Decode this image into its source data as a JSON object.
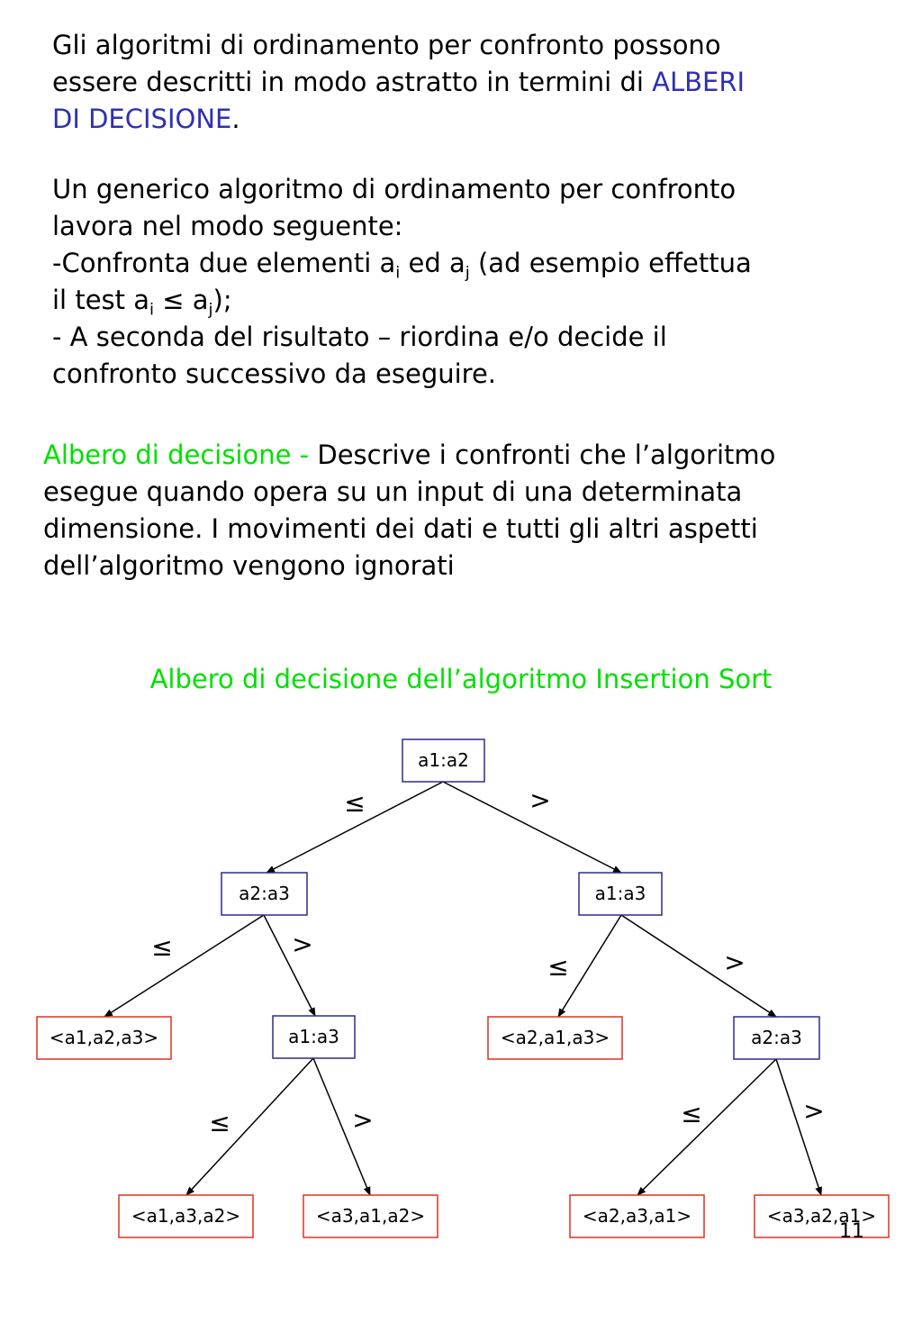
{
  "colors": {
    "keyword_blue": "#2f2fb5",
    "title_green": "#00e000",
    "internal_node_border": "#2b2b8f",
    "leaf_node_border": "#e03020",
    "edge": "#000000"
  },
  "intro": {
    "line1": "Gli algoritmi di ordinamento per confronto possono",
    "line2_before": "essere descritti in modo astratto in termini di ",
    "line2_keyword": "ALBERI",
    "line3_keyword": "DI DECISIONE",
    "line3_after": "."
  },
  "generic": {
    "line1": "Un generico algoritmo di ordinamento per confronto",
    "line2": "lavora nel modo seguente:",
    "line3_a": "-Confronta due elementi a",
    "line3_sub_i": "i",
    "line3_b": " ed a",
    "line3_sub_j": "j",
    "line3_c": " (ad esempio effettua",
    "line4_a": "il test a",
    "line4_sub_i": "i",
    "line4_b": " ≤ a",
    "line4_sub_j": "j",
    "line4_c": ");",
    "line5": "- A seconda del risultato – riordina e/o decide il",
    "line6": "confronto successivo da eseguire."
  },
  "definition": {
    "term": "Albero di decisione - ",
    "line1_rest": "Descrive i confronti che l’algoritmo",
    "line2": "esegue quando opera su un input di una determinata",
    "line3": "dimensione. I movimenti dei dati e tutti gli altri aspetti",
    "line4": "dell’algoritmo vengono ignorati"
  },
  "tree_title": "Albero di decisione dell’algoritmo Insertion Sort",
  "tree": {
    "nodes": [
      {
        "id": "root",
        "label": "a1:a2",
        "kind": "comparison"
      },
      {
        "id": "l",
        "label": "a2:a3",
        "kind": "comparison"
      },
      {
        "id": "r",
        "label": "a1:a3",
        "kind": "comparison"
      },
      {
        "id": "ll",
        "label": "<a1,a2,a3>",
        "kind": "leaf"
      },
      {
        "id": "lr",
        "label": "a1:a3",
        "kind": "comparison"
      },
      {
        "id": "rl",
        "label": "<a2,a1,a3>",
        "kind": "leaf"
      },
      {
        "id": "rr",
        "label": "a2:a3",
        "kind": "comparison"
      },
      {
        "id": "lrl",
        "label": "<a1,a3,a2>",
        "kind": "leaf"
      },
      {
        "id": "lrr",
        "label": "<a3,a1,a2>",
        "kind": "leaf"
      },
      {
        "id": "rrl",
        "label": "<a2,a3,a1>",
        "kind": "leaf"
      },
      {
        "id": "rrr",
        "label": "<a3,a2,a1>",
        "kind": "leaf"
      }
    ],
    "edges": [
      {
        "from": "root",
        "to": "l",
        "label": "≤"
      },
      {
        "from": "root",
        "to": "r",
        "label": ">"
      },
      {
        "from": "l",
        "to": "ll",
        "label": "≤"
      },
      {
        "from": "l",
        "to": "lr",
        "label": ">"
      },
      {
        "from": "r",
        "to": "rl",
        "label": "≤"
      },
      {
        "from": "r",
        "to": "rr",
        "label": ">"
      },
      {
        "from": "lr",
        "to": "lrl",
        "label": "≤"
      },
      {
        "from": "lr",
        "to": "lrr",
        "label": ">"
      },
      {
        "from": "rr",
        "to": "rrl",
        "label": "≤"
      },
      {
        "from": "rr",
        "to": "rrr",
        "label": ">"
      }
    ]
  },
  "page_number": "11"
}
